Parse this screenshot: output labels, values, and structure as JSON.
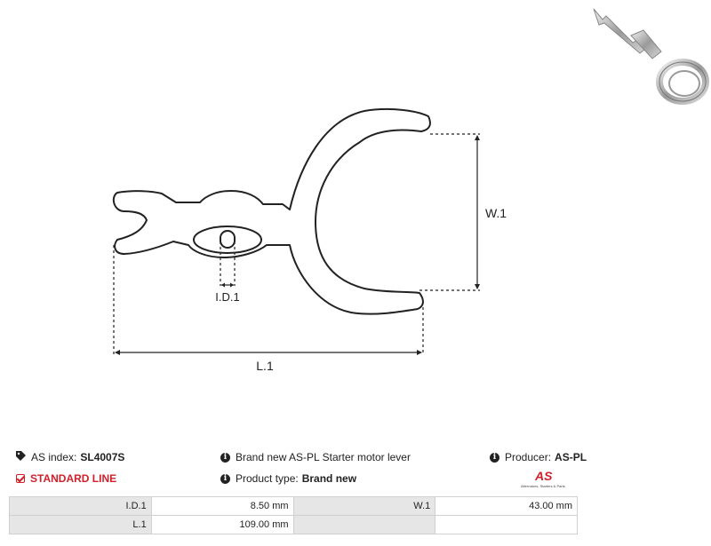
{
  "drawing": {
    "dim_id": "I.D.1",
    "dim_w": "W.1",
    "dim_l": "L.1"
  },
  "photo": {
    "alt": "product-photo"
  },
  "info": {
    "as_index_label": "AS index:",
    "as_index_value": "SL4007S",
    "standard_line": "STANDARD LINE",
    "description": "Brand new AS-PL Starter motor lever",
    "product_type_label": "Product type:",
    "product_type_value": "Brand new",
    "producer_label": "Producer:",
    "producer_value": "AS-PL"
  },
  "logo": {
    "mark": "AS",
    "tagline": "Alternators, Starters & Parts"
  },
  "colors": {
    "brand_red": "#d0202a",
    "label_bg": "#e6e6e6",
    "line": "#222222"
  },
  "icons": [
    "tag-icon",
    "check-icon",
    "info-icon"
  ],
  "table": {
    "rows": [
      [
        {
          "label": "I.D.1",
          "value": "8.50 mm"
        },
        {
          "label": "W.1",
          "value": "43.00 mm"
        }
      ],
      [
        {
          "label": "L.1",
          "value": "109.00 mm"
        },
        {
          "label": "",
          "value": ""
        }
      ]
    ]
  }
}
